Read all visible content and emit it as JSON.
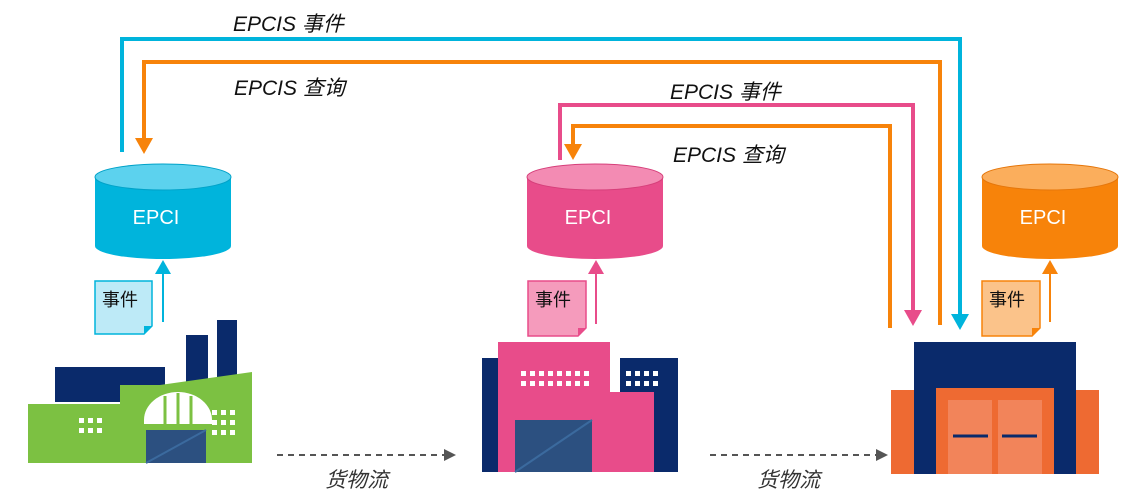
{
  "flows": {
    "top_event": "EPCIS 事件",
    "top_query": "EPCIS 查询",
    "mid_event": "EPCIS 事件",
    "mid_query": "EPCIS 查询"
  },
  "repositories": {
    "left": "EPCI",
    "middle": "EPCI",
    "right": "EPCI"
  },
  "event_docs": {
    "left": "事件",
    "middle": "事件",
    "right": "事件"
  },
  "goods_flow": {
    "first": "货物流",
    "second": "货物流"
  },
  "colors": {
    "cyan": "#00B4DC",
    "orange": "#F7830A",
    "pink": "#E84C8A",
    "navy": "#0A2A6B",
    "green": "#7CC142",
    "red_orange": "#EE6A32"
  },
  "icons": [
    "factory-icon",
    "distribution-center-icon",
    "store-icon",
    "document-icon",
    "database-icon"
  ]
}
